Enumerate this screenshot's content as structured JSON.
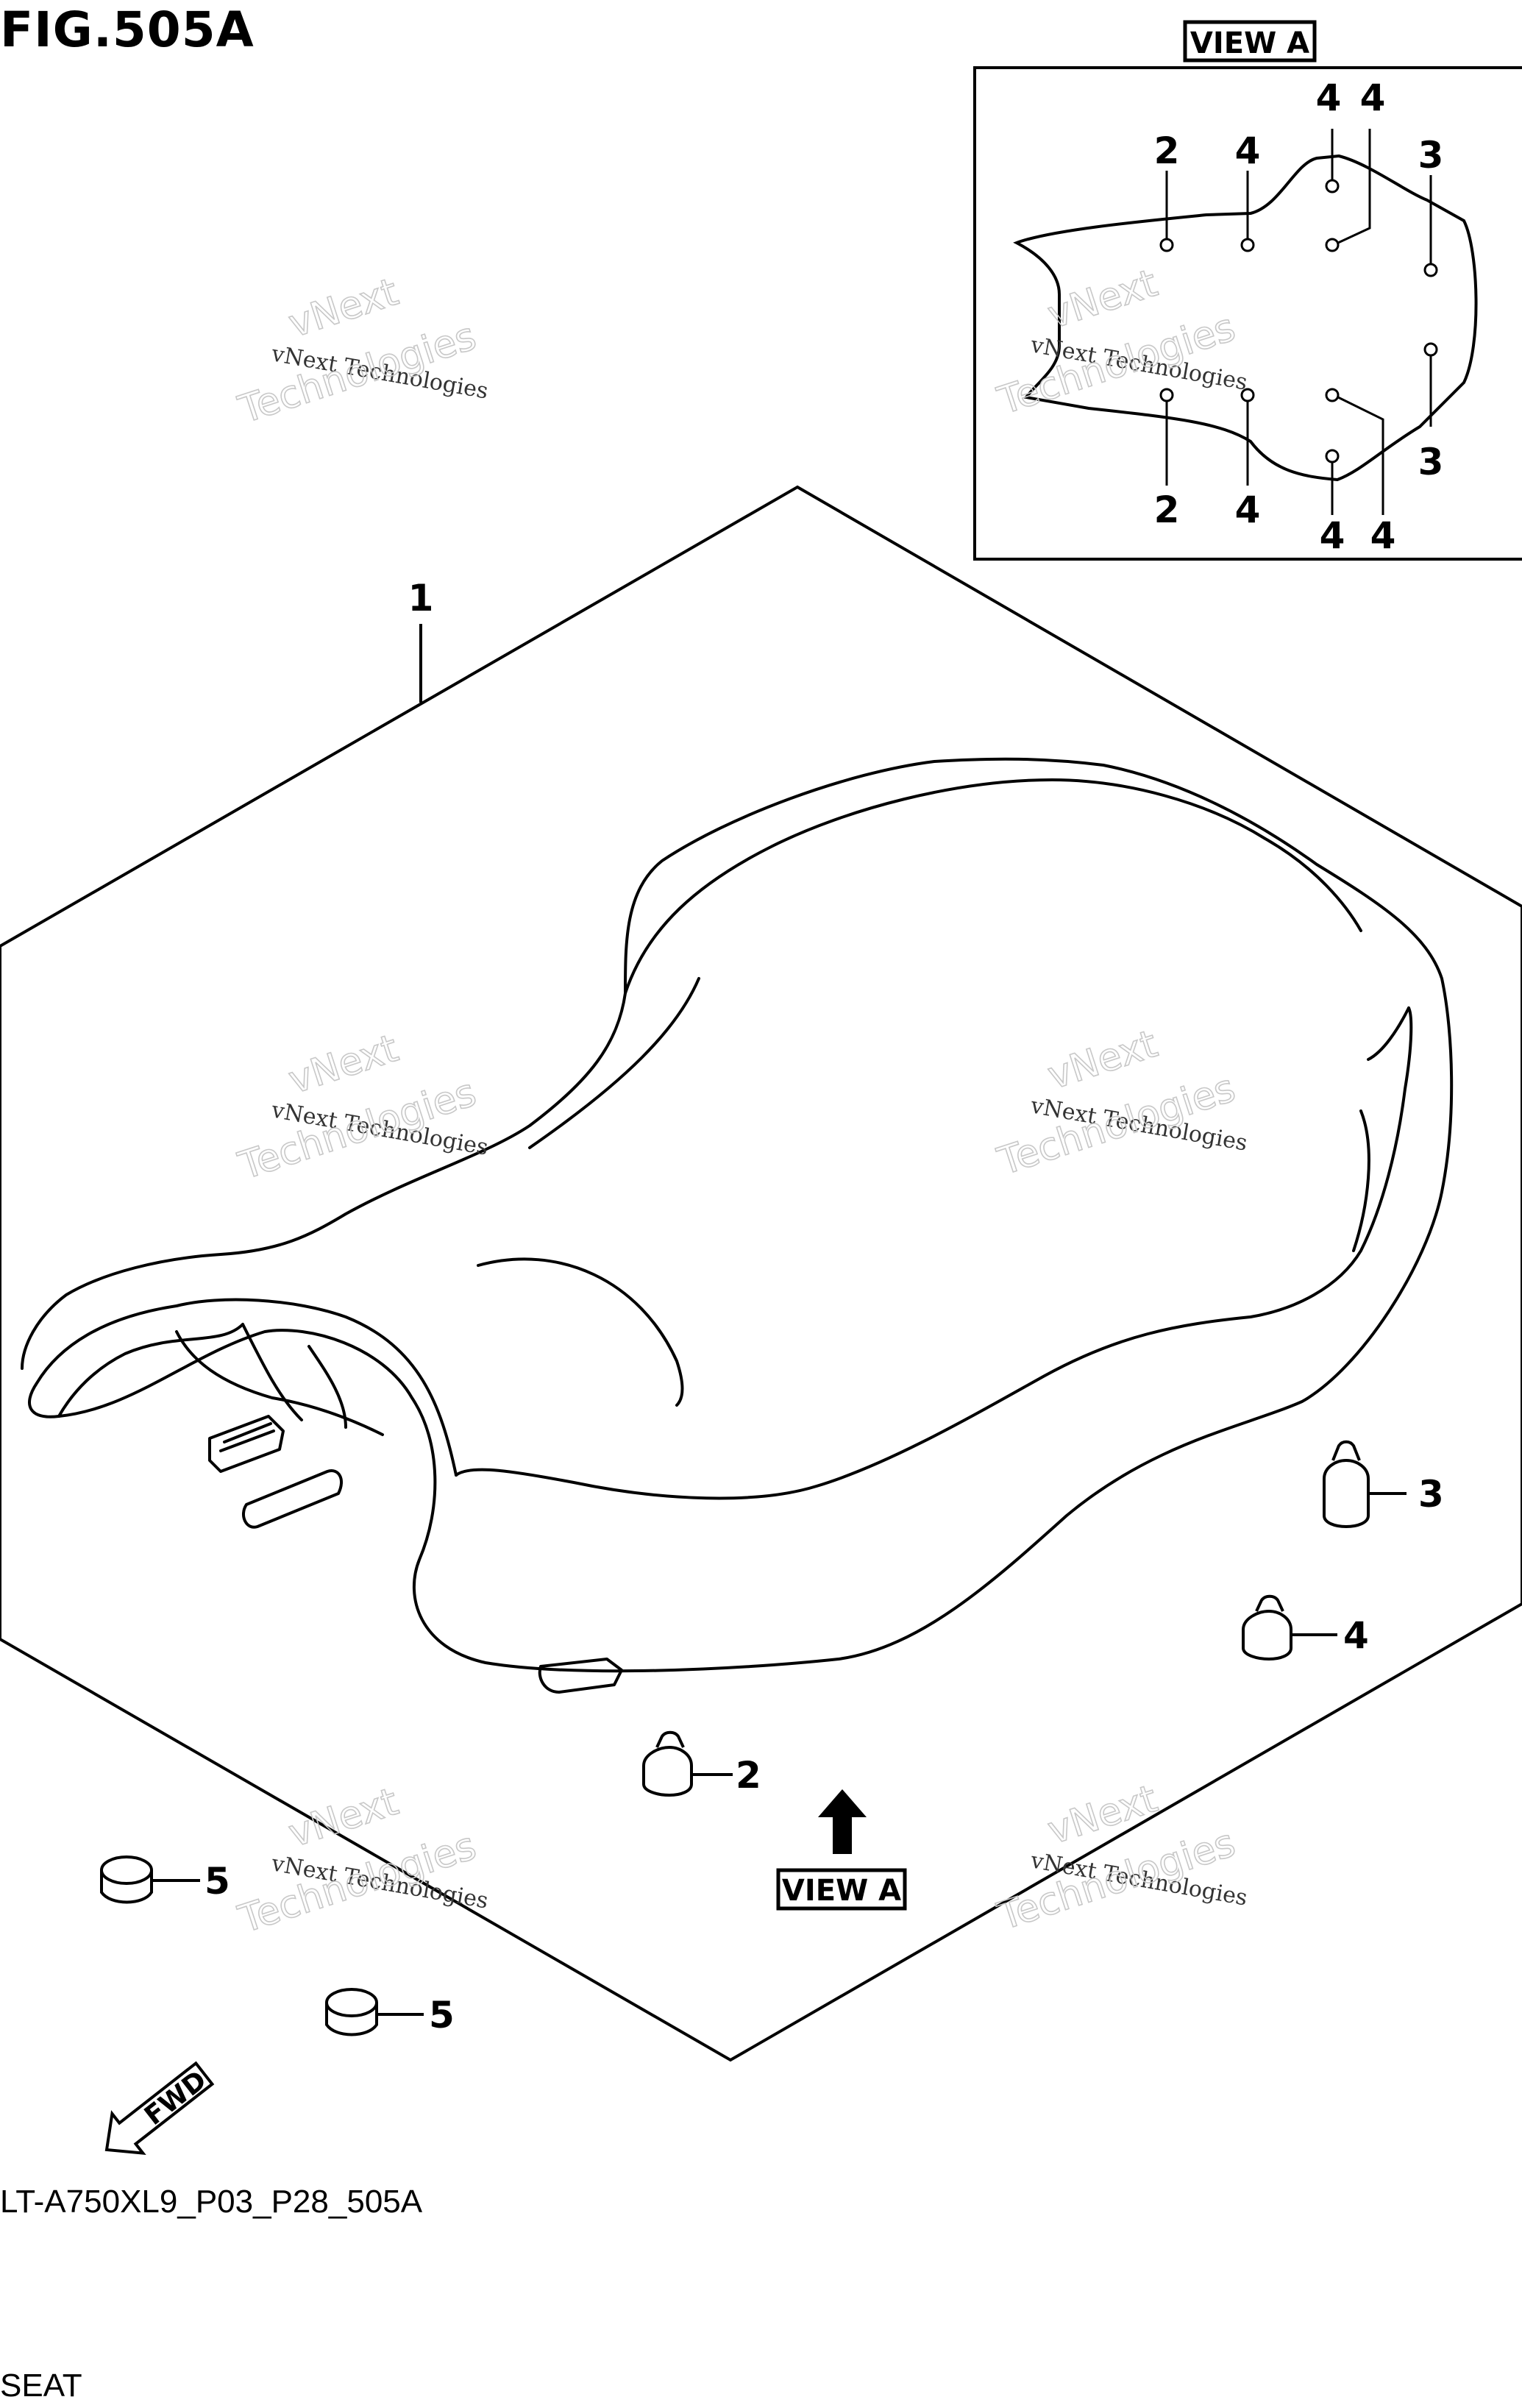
{
  "figure": {
    "title": "FIG.505A",
    "code": "LT-A750XL9_P03_P28_505A",
    "name": "SEAT"
  },
  "view_a": {
    "label": "VIEW A",
    "inset_callouts": [
      "2",
      "4",
      "4",
      "4",
      "3",
      "3",
      "4",
      "4",
      "4",
      "2"
    ]
  },
  "callouts": {
    "seat": "1",
    "part2": "2",
    "part3": "3",
    "part4": "4",
    "part5_a": "5",
    "part5_b": "5"
  },
  "fwd_label": "FWD",
  "watermark": {
    "line1": "vNext Technologies",
    "line2": "vNext",
    "line3": "Technologies"
  },
  "colors": {
    "ink": "#000000",
    "watermark": "#c8c8c8",
    "background": "#ffffff"
  }
}
